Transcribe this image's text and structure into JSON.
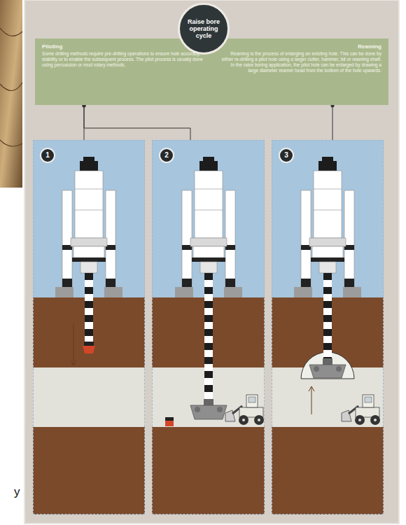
{
  "diagram": {
    "nodes": [
      {
        "text": [
          "Raise bore operating cycle"
        ]
      },
      {
        "text": [
          "Piloting",
          "Some drilling methods require pre-drilling operations to ensure hole accuracy, stability or to enable the subsequent process. The pilot process is usually done using percussion or mud rotary methods."
        ]
      },
      {
        "text": [
          "Reaming",
          "Reaming is the process of enlarging an existing hole. This can be done by either re-drilling a pilot hole using a larger cutter, hammer, bit or reaming shaft. In the raise boring application, the pilot hole can be enlarged by drawing a large diameter reamer head from the bottom of the hole upwards."
        ]
      },
      {
        "text": [
          "1"
        ]
      },
      {
        "text": [
          "2"
        ]
      },
      {
        "text": [
          "3"
        ]
      }
    ],
    "edges": [
      {
        "from": 1,
        "to": 3,
        "arrow": "none"
      },
      {
        "from": 1,
        "to": 4,
        "arrow": "none"
      },
      {
        "from": 2,
        "to": 5,
        "arrow": "none"
      }
    ],
    "labels": [
      "y"
    ]
  }
}
